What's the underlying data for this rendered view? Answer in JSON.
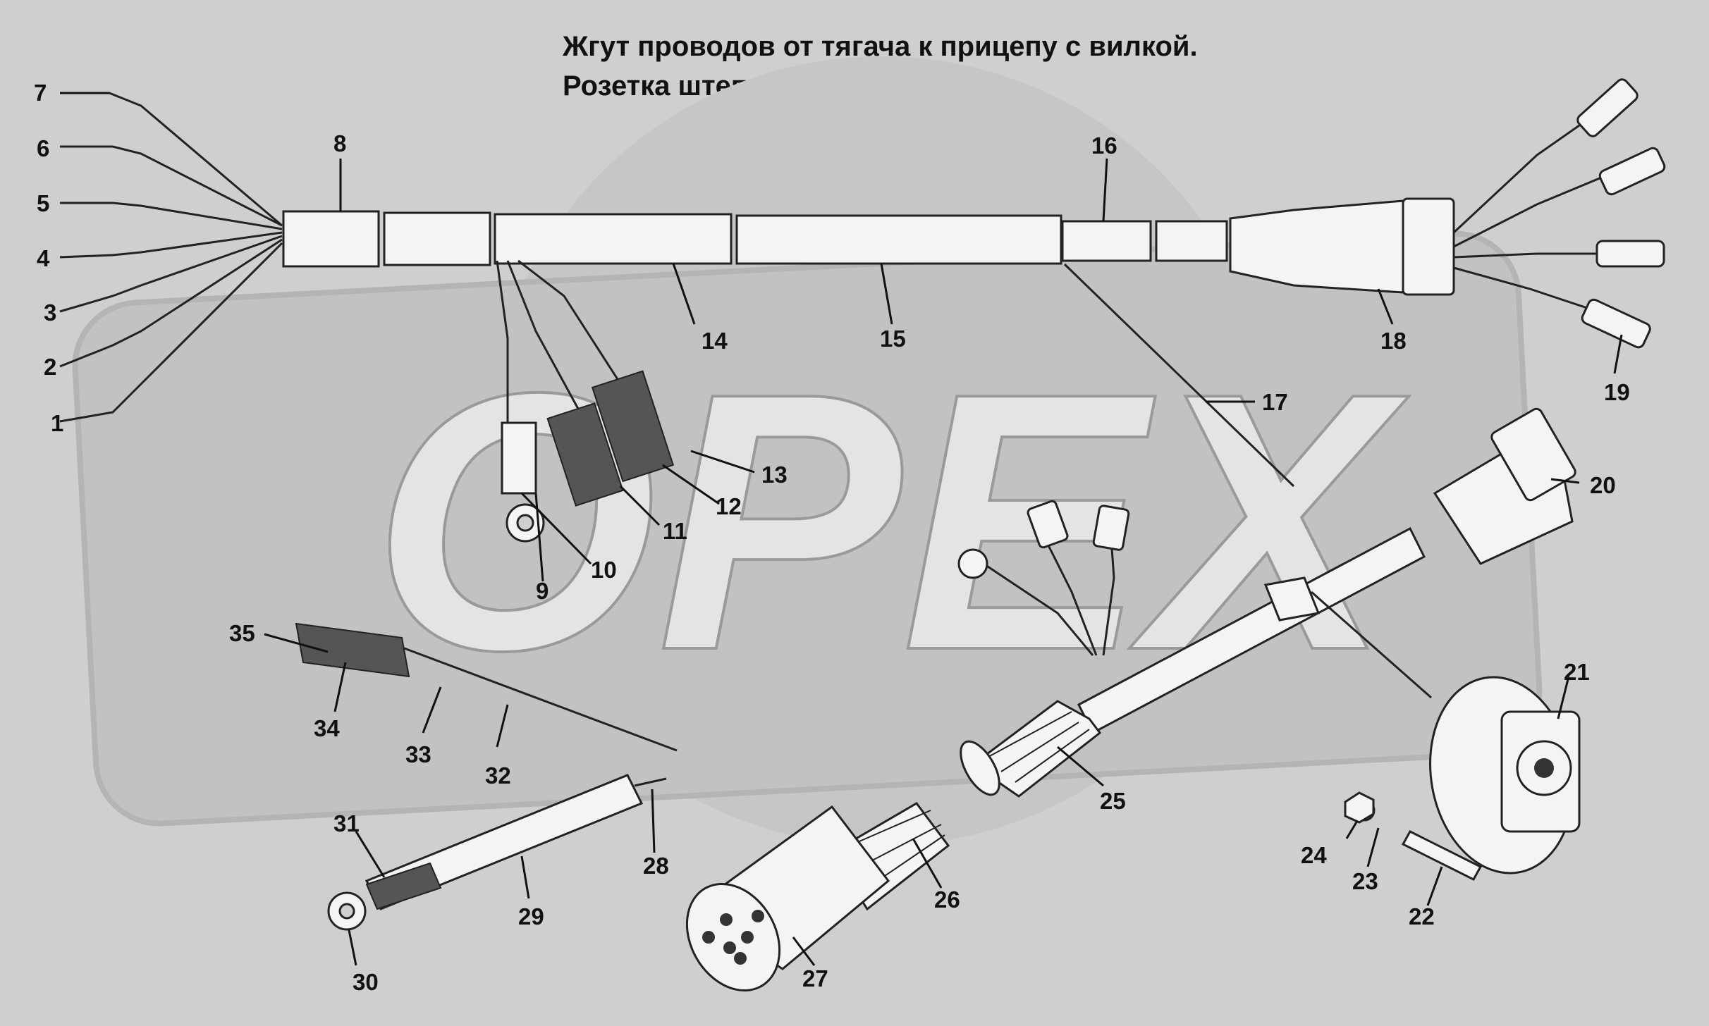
{
  "title": {
    "line1": "Жгут проводов от тягача к прицепу с вилкой.",
    "line2": "Розетка штепсельная"
  },
  "watermark": {
    "text": "OPEX",
    "color": "#bdbdbd"
  },
  "colors": {
    "background": "#cfcfcf",
    "line": "#222222",
    "part_fill": "#f4f4f4"
  },
  "callouts": [
    "1",
    "2",
    "3",
    "4",
    "5",
    "6",
    "7",
    "8",
    "9",
    "10",
    "11",
    "12",
    "13",
    "14",
    "15",
    "16",
    "17",
    "18",
    "19",
    "20",
    "21",
    "22",
    "23",
    "24",
    "25",
    "26",
    "27",
    "28",
    "29",
    "30",
    "31",
    "32",
    "33",
    "34",
    "35"
  ]
}
